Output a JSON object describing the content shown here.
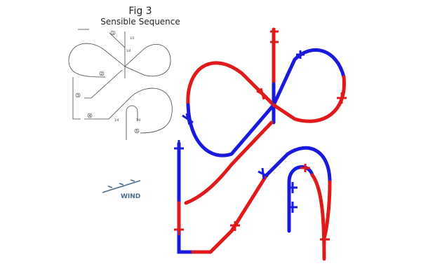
{
  "figure": {
    "number": "Fig 3",
    "title": "Sensible Sequence"
  },
  "schematic": {
    "step_labels": [
      "1",
      "2",
      "3",
      "4",
      "5"
    ],
    "fraction_labels": [
      "1/2",
      "1/4",
      "1/4",
      "1/4"
    ]
  },
  "wind_label": "WIND",
  "colors": {
    "ribbon_a": "#1a1adc",
    "ribbon_b": "#e01a1a",
    "line": "#444444",
    "wind": "#4a6a8a"
  }
}
